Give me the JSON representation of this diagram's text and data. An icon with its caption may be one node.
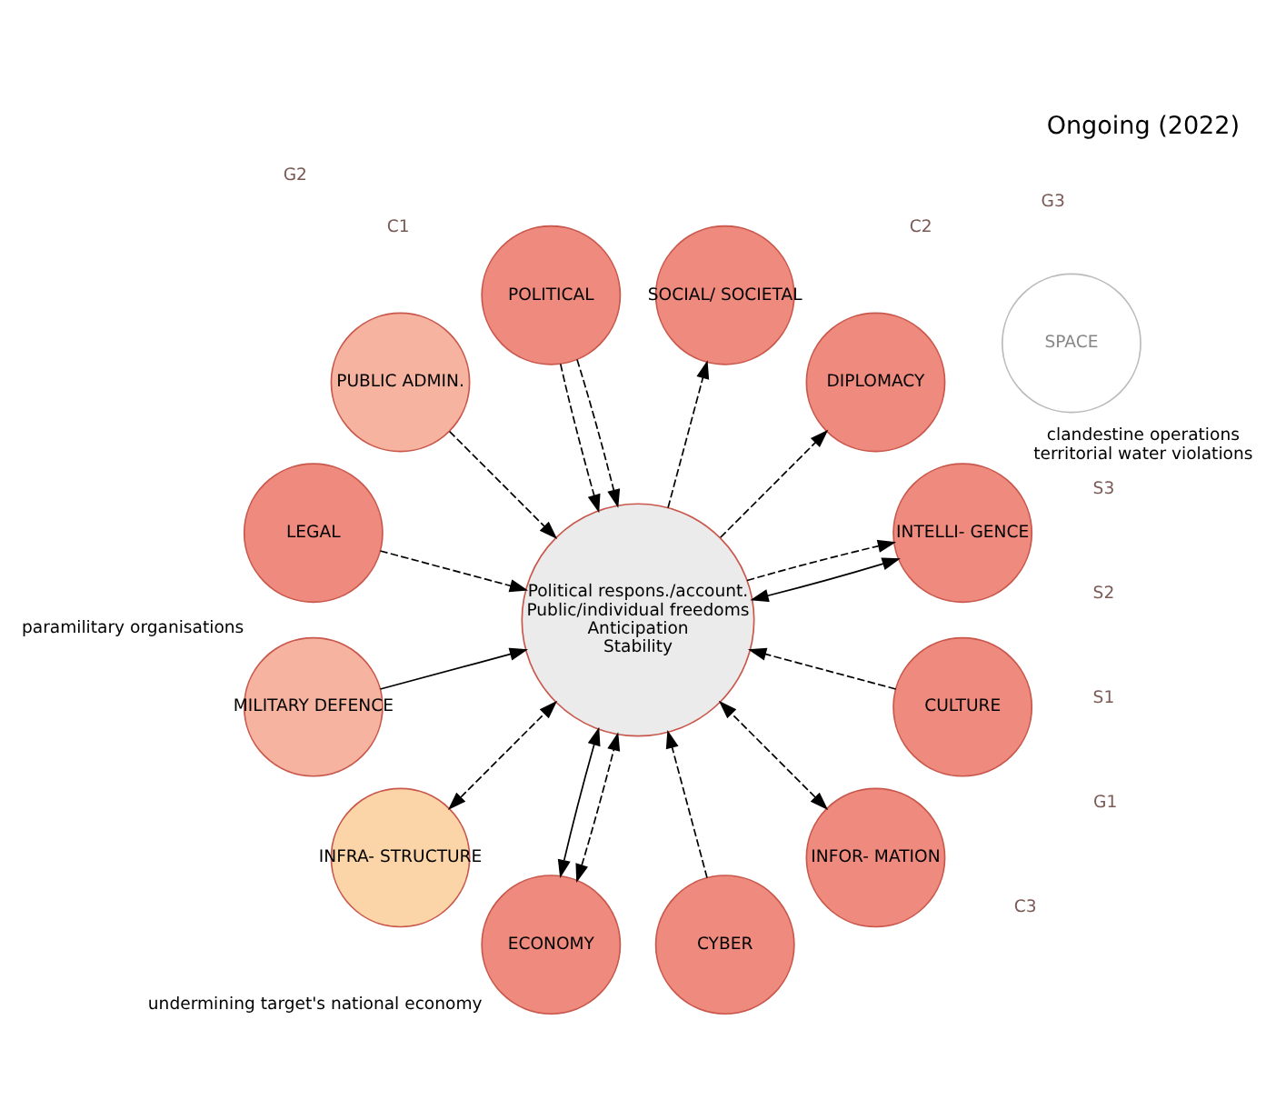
{
  "diagram": {
    "title": "Ongoing (2022)",
    "nodes": [
      {
        "text": [
          "Political respons./account.",
          "Public/individual freedoms",
          "Anticipation",
          "Stability"
        ]
      },
      {
        "text": [
          "POLITICAL"
        ]
      },
      {
        "text": [
          "PUBLIC ADMIN."
        ]
      },
      {
        "text": [
          "LEGAL"
        ]
      },
      {
        "text": [
          "INTELLI- GENCE"
        ],
        "beside": [
          "clandestine operations",
          "territorial water violations"
        ]
      },
      {
        "text": [
          "DIPLOMACY"
        ]
      },
      {
        "text": [
          "MILITARY DEFENCE"
        ],
        "beside": [
          "paramilitary organisations"
        ]
      },
      {
        "text": [
          "INFRA- STRUCTURE"
        ]
      },
      {
        "text": [
          "ECONOMY"
        ],
        "beside": [
          "undermining target's national economy"
        ]
      },
      {
        "text": [
          "SPACE"
        ]
      },
      {
        "text": [
          "CYBER"
        ]
      },
      {
        "text": [
          "INFOR- MATION"
        ]
      },
      {
        "text": [
          "SOCIAL/ SOCIETAL"
        ]
      },
      {
        "text": [
          "CULTURE"
        ]
      }
    ],
    "edges": [
      {
        "from": 1,
        "to": 0,
        "arrow": "to",
        "style": "dashed"
      },
      {
        "from": 1,
        "to": 0,
        "arrow": "to",
        "style": "dashed"
      },
      {
        "from": 2,
        "to": 0,
        "arrow": "to",
        "style": "dashed"
      },
      {
        "from": 3,
        "to": 0,
        "arrow": "to",
        "style": "dashed"
      },
      {
        "from": 4,
        "to": 0,
        "arrow": "both"
      },
      {
        "from": 0,
        "to": 4,
        "arrow": "to",
        "style": "dashed"
      },
      {
        "from": 0,
        "to": 5,
        "arrow": "to",
        "style": "dashed"
      },
      {
        "from": 6,
        "to": 0,
        "arrow": "to"
      },
      {
        "from": 7,
        "to": 0,
        "arrow": "both",
        "style": "dashed"
      },
      {
        "from": 8,
        "to": 0,
        "arrow": "both"
      },
      {
        "from": 8,
        "to": 0,
        "arrow": "both",
        "style": "dashed"
      },
      {
        "from": 10,
        "to": 0,
        "arrow": "to",
        "style": "dashed"
      },
      {
        "from": 11,
        "to": 0,
        "arrow": "both",
        "style": "dashed"
      },
      {
        "from": 0,
        "to": 12,
        "arrow": "to",
        "style": "dashed"
      },
      {
        "from": 13,
        "to": 0,
        "arrow": "to",
        "style": "dashed"
      }
    ],
    "labels": [
      "C3",
      "C2",
      "C1",
      "G3",
      "G2",
      "G1",
      "S1",
      "S2",
      "S3"
    ]
  }
}
